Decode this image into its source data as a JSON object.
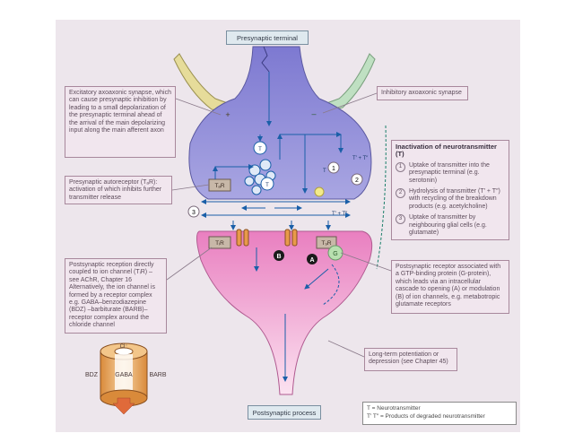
{
  "titles": {
    "presynaptic": "Presynaptic terminal",
    "postsynaptic": "Postsynaptic process"
  },
  "boxes": {
    "excitatory": "Excitatory axoaxonic synapse, which can cause presynaptic inhibition by leading to a small depolarization of the presynaptic terminal ahead of the arrival of the main depolarizing input along the main afferent axon",
    "inhibitory": "Inhibitory axoaxonic synapse",
    "autoreceptor": "Presynaptic autoreceptor (TₐR): activation of which inhibits further transmitter release",
    "postsynaptic_channel": "Postsynaptic reception directly coupled to ion channel (TᵢR) – see AChR, Chapter 16 Alternatively, the ion channel is formed by a receptor complex e.g. GABA–benzodiazepine (BDZ) –barbiturate (BARB)–receptor complex around the chloride channel",
    "gprotein": "Postsynaptic receptor associated with a GTP-binding protein (G-protein), which leads via an intracellular cascade to opening (A) or modulation (B) of ion channels, e.g. metabotropic glutamate receptors",
    "ltp": "Long-term potentiation or depression (see Chapter 45)"
  },
  "inactivation": {
    "title": "Inactivation of neurotransmitter (T)",
    "items": [
      {
        "num": "1",
        "text": "Uptake of transmitter into the presynaptic terminal (e.g. serotonin)"
      },
      {
        "num": "2",
        "text": "Hydrolysis of transmitter (T′ + T″) with recycling of the breakdown products (e.g. acetylcholine)"
      },
      {
        "num": "3",
        "text": "Uptake of transmitter by neighbouring glial cells (e.g. glutamate)"
      }
    ]
  },
  "legend": {
    "line1": "T = Neurotransmitter",
    "line2": "T′ T″ = Products of degraded neurotransmitter"
  },
  "labels": {
    "plus": "+",
    "minus": "–",
    "t": "T",
    "tar": "TₐR",
    "tir": "TᵢR",
    "tgr": "T₉R",
    "tprime": "T′ + T″",
    "one": "1",
    "two": "2",
    "three": "3",
    "a": "A",
    "b": "B",
    "g": "G",
    "bdz": "BDZ",
    "gaba": "GABA",
    "barb": "BARB",
    "cl": "Cl⁻"
  },
  "colors": {
    "presynaptic": "#8d88d6",
    "postsynaptic": "#ef9fd0",
    "excitatory_axon": "#e6dc9a",
    "inhibitory_axon": "#bfe0c2",
    "arrow": "#1a5fa8",
    "channel": "#e89a4a",
    "glia": "#b8e0b0"
  }
}
